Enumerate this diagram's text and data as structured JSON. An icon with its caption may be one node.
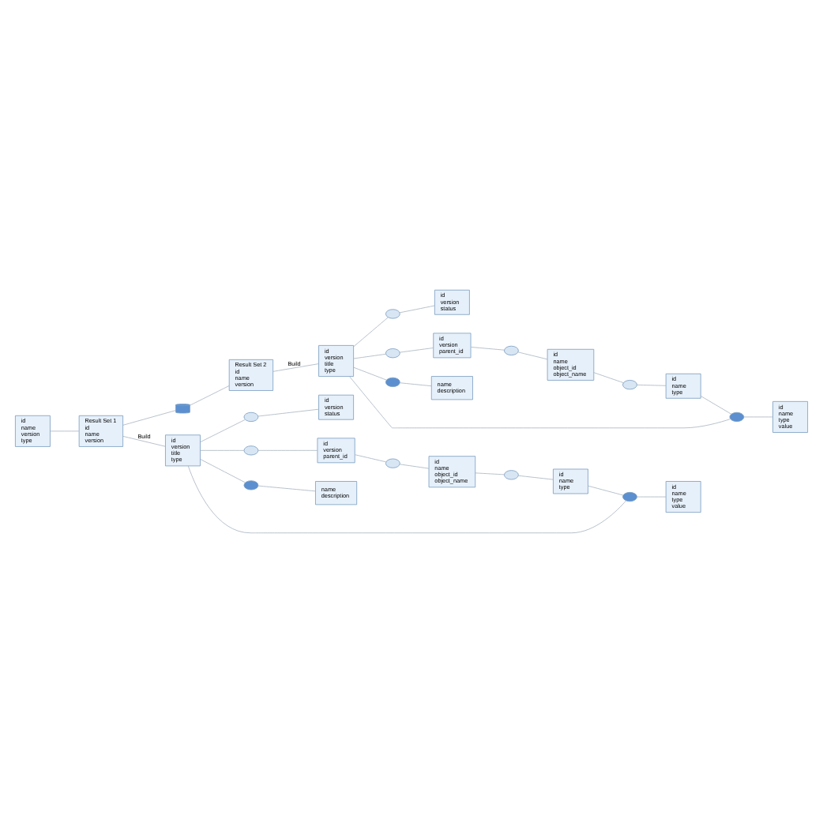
{
  "diagram": {
    "nodes": [
      {
        "text": [
          "id",
          "name",
          "version",
          "type"
        ]
      },
      {
        "text": [
          "Result Set 1",
          "id",
          "name",
          "version"
        ]
      },
      {
        "text": [],
        "shape": "cylinder"
      },
      {
        "text": [
          "Result Set 2",
          "id",
          "name",
          "version"
        ]
      },
      {
        "text": [
          "id",
          "version",
          "title",
          "type"
        ]
      },
      {
        "text": [],
        "shape": "circle"
      },
      {
        "text": [
          "id",
          "version",
          "status"
        ]
      },
      {
        "text": [],
        "shape": "circle"
      },
      {
        "text": [
          "id",
          "version",
          "parent_id"
        ]
      },
      {
        "text": [],
        "shape": "circle"
      },
      {
        "text": [
          "name",
          "description"
        ]
      },
      {
        "text": [],
        "shape": "circle"
      },
      {
        "text": [
          "id",
          "name",
          "object_id",
          "object_name"
        ]
      },
      {
        "text": [],
        "shape": "circle"
      },
      {
        "text": [
          "id",
          "name",
          "type"
        ]
      },
      {
        "text": [],
        "shape": "circle"
      },
      {
        "text": [
          "id",
          "name",
          "type",
          "value"
        ]
      },
      {
        "text": [
          "id",
          "version",
          "title",
          "type"
        ]
      },
      {
        "text": [],
        "shape": "circle"
      },
      {
        "text": [
          "id",
          "version",
          "status"
        ]
      },
      {
        "text": [],
        "shape": "circle"
      },
      {
        "text": [
          "id",
          "version",
          "parent_id"
        ]
      },
      {
        "text": [],
        "shape": "circle"
      },
      {
        "text": [
          "name",
          "description"
        ]
      },
      {
        "text": [],
        "shape": "circle"
      },
      {
        "text": [
          "id",
          "name",
          "object_id",
          "object_name"
        ]
      },
      {
        "text": [],
        "shape": "circle"
      },
      {
        "text": [
          "id",
          "name",
          "type"
        ]
      },
      {
        "text": [],
        "shape": "circle"
      },
      {
        "text": [
          "id",
          "name",
          "type",
          "value"
        ]
      }
    ],
    "edges": [
      {
        "from": 0,
        "to": 1,
        "arrow": "none"
      },
      {
        "from": 1,
        "to": 2,
        "arrow": "none"
      },
      {
        "from": 2,
        "to": 3,
        "arrow": "none"
      },
      {
        "from": 1,
        "to": 4,
        "arrow": "none",
        "label": "Build"
      },
      {
        "from": 4,
        "to": 5,
        "arrow": "none"
      },
      {
        "from": 5,
        "to": 6,
        "arrow": "none"
      },
      {
        "from": 4,
        "to": 7,
        "arrow": "none"
      },
      {
        "from": 7,
        "to": 8,
        "arrow": "none"
      },
      {
        "from": 4,
        "to": 9,
        "arrow": "none"
      },
      {
        "from": 9,
        "to": 10,
        "arrow": "none"
      },
      {
        "from": 8,
        "to": 11,
        "arrow": "none"
      },
      {
        "from": 11,
        "to": 12,
        "arrow": "none"
      },
      {
        "from": 12,
        "to": 13,
        "arrow": "none"
      },
      {
        "from": 13,
        "to": 14,
        "arrow": "none"
      },
      {
        "from": 14,
        "to": 15,
        "arrow": "none"
      },
      {
        "from": 15,
        "to": 16,
        "arrow": "none"
      },
      {
        "from": 4,
        "to": 15,
        "arrow": "none"
      },
      {
        "from": 3,
        "to": 17,
        "arrow": "none",
        "label": "Build"
      },
      {
        "from": 17,
        "to": 18,
        "arrow": "none"
      },
      {
        "from": 18,
        "to": 19,
        "arrow": "none"
      },
      {
        "from": 17,
        "to": 20,
        "arrow": "none"
      },
      {
        "from": 20,
        "to": 21,
        "arrow": "none"
      },
      {
        "from": 17,
        "to": 22,
        "arrow": "none"
      },
      {
        "from": 22,
        "to": 23,
        "arrow": "none"
      },
      {
        "from": 21,
        "to": 24,
        "arrow": "none"
      },
      {
        "from": 24,
        "to": 25,
        "arrow": "none"
      },
      {
        "from": 25,
        "to": 26,
        "arrow": "none"
      },
      {
        "from": 26,
        "to": 27,
        "arrow": "none"
      },
      {
        "from": 27,
        "to": 28,
        "arrow": "none"
      },
      {
        "from": 28,
        "to": 29,
        "arrow": "none"
      },
      {
        "from": 17,
        "to": 28,
        "arrow": "none"
      }
    ]
  }
}
